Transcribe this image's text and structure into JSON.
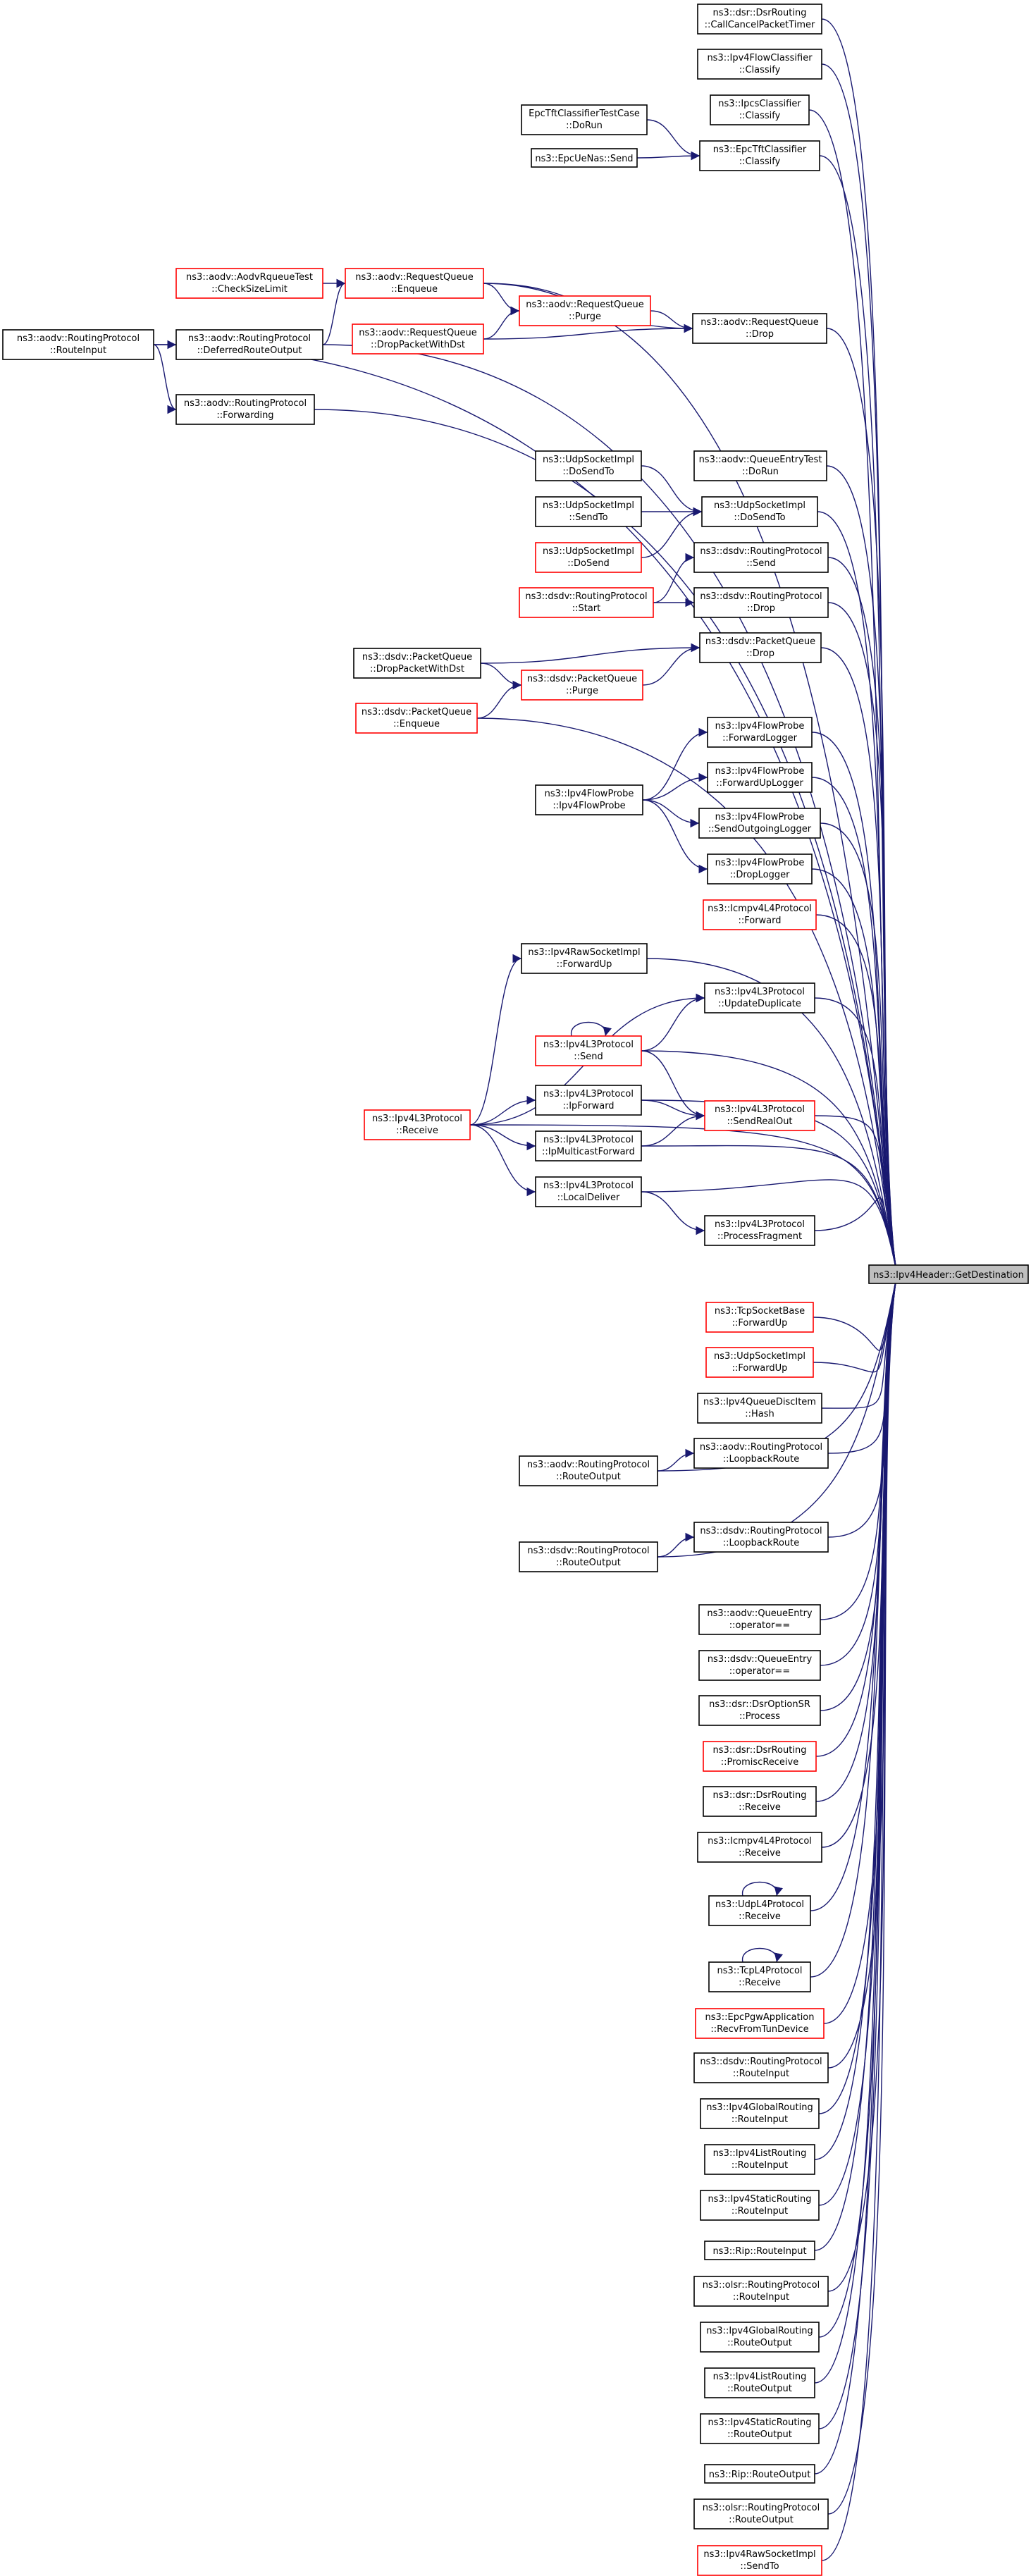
{
  "colors": {
    "edge": "#191970",
    "box_border": "#000000",
    "box_border_red": "#ff0000",
    "box_fill": "#ffffff",
    "focus_fill": "#bfbfbf"
  },
  "nodes": [
    {
      "id": "n_dsrcancel",
      "lines": [
        "ns3::dsr::DsrRouting",
        "::CallCancelPacketTimer"
      ],
      "style": "normal"
    },
    {
      "id": "n_fcclassify",
      "lines": [
        "ns3::Ipv4FlowClassifier",
        "::Classify"
      ],
      "style": "normal"
    },
    {
      "id": "n_tpcs",
      "lines": [
        "ns3::IpcsClassifier",
        "::Classify"
      ],
      "style": "normal"
    },
    {
      "id": "n_tfttc",
      "lines": [
        "EpcTftClassifierTestCase",
        "::DoRun"
      ],
      "style": "normal"
    },
    {
      "id": "n_eptft",
      "lines": [
        "ns3::EpcTftClassifier",
        "::Classify"
      ],
      "style": "normal"
    },
    {
      "id": "n_uenas",
      "lines": [
        "ns3::EpcUeNas::Send"
      ],
      "style": "normal"
    },
    {
      "id": "n_aodvtest",
      "lines": [
        "ns3::aodv::AodvRqueueTest",
        "::CheckSizeLimit"
      ],
      "style": "red"
    },
    {
      "id": "n_rqenq",
      "lines": [
        "ns3::aodv::RequestQueue",
        "::Enqueue"
      ],
      "style": "red"
    },
    {
      "id": "n_rqpurge",
      "lines": [
        "ns3::aodv::RequestQueue",
        "::Purge"
      ],
      "style": "red"
    },
    {
      "id": "n_rqdrop",
      "lines": [
        "ns3::aodv::RequestQueue",
        "::Drop"
      ],
      "style": "normal"
    },
    {
      "id": "n_rqdpwd",
      "lines": [
        "ns3::aodv::RequestQueue",
        "::DropPacketWithDst"
      ],
      "style": "red"
    },
    {
      "id": "n_aodvri",
      "lines": [
        "ns3::aodv::RoutingProtocol",
        "::RouteInput"
      ],
      "style": "normal"
    },
    {
      "id": "n_aodvdro",
      "lines": [
        "ns3::aodv::RoutingProtocol",
        "::DeferredRouteOutput"
      ],
      "style": "normal"
    },
    {
      "id": "n_aodvfwd",
      "lines": [
        "ns3::aodv::RoutingProtocol",
        "::Forwarding"
      ],
      "style": "normal"
    },
    {
      "id": "n_udpdst1",
      "lines": [
        "ns3::UdpSocketImpl",
        "::DoSendTo"
      ],
      "style": "normal"
    },
    {
      "id": "n_qetest",
      "lines": [
        "ns3::aodv::QueueEntryTest",
        "::DoRun"
      ],
      "style": "normal"
    },
    {
      "id": "n_udpst",
      "lines": [
        "ns3::UdpSocketImpl",
        "::SendTo"
      ],
      "style": "normal"
    },
    {
      "id": "n_udpdst2",
      "lines": [
        "ns3::UdpSocketImpl",
        "::DoSendTo"
      ],
      "style": "normal"
    },
    {
      "id": "n_udpds",
      "lines": [
        "ns3::UdpSocketImpl",
        "::DoSend"
      ],
      "style": "red"
    },
    {
      "id": "n_dsdvsend",
      "lines": [
        "ns3::dsdv::RoutingProtocol",
        "::Send"
      ],
      "style": "normal"
    },
    {
      "id": "n_dsdvstart",
      "lines": [
        "ns3::dsdv::RoutingProtocol",
        "::Start"
      ],
      "style": "red"
    },
    {
      "id": "n_dsdvdrop",
      "lines": [
        "ns3::dsdv::RoutingProtocol",
        "::Drop"
      ],
      "style": "normal"
    },
    {
      "id": "n_pqdpwd",
      "lines": [
        "ns3::dsdv::PacketQueue",
        "::DropPacketWithDst"
      ],
      "style": "normal"
    },
    {
      "id": "n_pqdrop",
      "lines": [
        "ns3::dsdv::PacketQueue",
        "::Drop"
      ],
      "style": "normal"
    },
    {
      "id": "n_pqpurge",
      "lines": [
        "ns3::dsdv::PacketQueue",
        "::Purge"
      ],
      "style": "red"
    },
    {
      "id": "n_pqenq",
      "lines": [
        "ns3::dsdv::PacketQueue",
        "::Enqueue"
      ],
      "style": "red"
    },
    {
      "id": "n_fpfwdlog",
      "lines": [
        "ns3::Ipv4FlowProbe",
        "::ForwardLogger"
      ],
      "style": "normal"
    },
    {
      "id": "n_fpfwduplog",
      "lines": [
        "ns3::Ipv4FlowProbe",
        "::ForwardUpLogger"
      ],
      "style": "normal"
    },
    {
      "id": "n_fpctor",
      "lines": [
        "ns3::Ipv4FlowProbe",
        "::Ipv4FlowProbe"
      ],
      "style": "normal"
    },
    {
      "id": "n_fpsendlog",
      "lines": [
        "ns3::Ipv4FlowProbe",
        "::SendOutgoingLogger"
      ],
      "style": "normal"
    },
    {
      "id": "n_fpdroplog",
      "lines": [
        "ns3::Ipv4FlowProbe",
        "::DropLogger"
      ],
      "style": "normal"
    },
    {
      "id": "n_icmpfwd",
      "lines": [
        "ns3::Icmpv4L4Protocol",
        "::Forward"
      ],
      "style": "red"
    },
    {
      "id": "n_rawfwdup",
      "lines": [
        "ns3::Ipv4RawSocketImpl",
        "::ForwardUp"
      ],
      "style": "normal"
    },
    {
      "id": "n_l3updup",
      "lines": [
        "ns3::Ipv4L3Protocol",
        "::UpdateDuplicate"
      ],
      "style": "normal"
    },
    {
      "id": "n_l3send",
      "lines": [
        "ns3::Ipv4L3Protocol",
        "::Send"
      ],
      "style": "red"
    },
    {
      "id": "n_l3recv",
      "lines": [
        "ns3::Ipv4L3Protocol",
        "::Receive"
      ],
      "style": "red"
    },
    {
      "id": "n_l3ipfwd",
      "lines": [
        "ns3::Ipv4L3Protocol",
        "::IpForward"
      ],
      "style": "normal"
    },
    {
      "id": "n_l3sro",
      "lines": [
        "ns3::Ipv4L3Protocol",
        "::SendRealOut"
      ],
      "style": "red"
    },
    {
      "id": "n_l3mcast",
      "lines": [
        "ns3::Ipv4L3Protocol",
        "::IpMulticastForward"
      ],
      "style": "normal"
    },
    {
      "id": "n_l3local",
      "lines": [
        "ns3::Ipv4L3Protocol",
        "::LocalDeliver"
      ],
      "style": "normal"
    },
    {
      "id": "n_l3frag",
      "lines": [
        "ns3::Ipv4L3Protocol",
        "::ProcessFragment"
      ],
      "style": "normal"
    },
    {
      "id": "n_focus",
      "lines": [
        "ns3::Ipv4Header::GetDestination"
      ],
      "style": "focus"
    },
    {
      "id": "n_tcpsb",
      "lines": [
        "ns3::TcpSocketBase",
        "::ForwardUp"
      ],
      "style": "red"
    },
    {
      "id": "n_udpfwdup",
      "lines": [
        "ns3::UdpSocketImpl",
        "::ForwardUp"
      ],
      "style": "red"
    },
    {
      "id": "n_qdhash",
      "lines": [
        "ns3::Ipv4QueueDiscItem",
        "::Hash"
      ],
      "style": "normal"
    },
    {
      "id": "n_aodvro",
      "lines": [
        "ns3::aodv::RoutingProtocol",
        "::RouteOutput"
      ],
      "style": "normal"
    },
    {
      "id": "n_aodvlb",
      "lines": [
        "ns3::aodv::RoutingProtocol",
        "::LoopbackRoute"
      ],
      "style": "normal"
    },
    {
      "id": "n_dsdvlb",
      "lines": [
        "ns3::dsdv::RoutingProtocol",
        "::LoopbackRoute"
      ],
      "style": "normal"
    },
    {
      "id": "n_dsdvro",
      "lines": [
        "ns3::dsdv::RoutingProtocol",
        "::RouteOutput"
      ],
      "style": "normal"
    },
    {
      "id": "n_aodvqe",
      "lines": [
        "ns3::aodv::QueueEntry",
        "::operator=="
      ],
      "style": "normal"
    },
    {
      "id": "n_dsdvqe",
      "lines": [
        "ns3::dsdv::QueueEntry",
        "::operator=="
      ],
      "style": "normal"
    },
    {
      "id": "n_dsrsr",
      "lines": [
        "ns3::dsr::DsrOptionSR",
        "::Process"
      ],
      "style": "normal"
    },
    {
      "id": "n_dsrprom",
      "lines": [
        "ns3::dsr::DsrRouting",
        "::PromiscReceive"
      ],
      "style": "red"
    },
    {
      "id": "n_dsrrecv",
      "lines": [
        "ns3::dsr::DsrRouting",
        "::Receive"
      ],
      "style": "normal"
    },
    {
      "id": "n_icmprecv",
      "lines": [
        "ns3::Icmpv4L4Protocol",
        "::Receive"
      ],
      "style": "normal"
    },
    {
      "id": "n_udpl4",
      "lines": [
        "ns3::UdpL4Protocol",
        "::Receive"
      ],
      "style": "normal"
    },
    {
      "id": "n_tcpl4",
      "lines": [
        "ns3::TcpL4Protocol",
        "::Receive"
      ],
      "style": "normal"
    },
    {
      "id": "n_pgw",
      "lines": [
        "ns3::EpcPgwApplication",
        "::RecvFromTunDevice"
      ],
      "style": "red"
    },
    {
      "id": "n_dsdvri",
      "lines": [
        "ns3::dsdv::RoutingProtocol",
        "::RouteInput"
      ],
      "style": "normal"
    },
    {
      "id": "n_globalri",
      "lines": [
        "ns3::Ipv4GlobalRouting",
        "::RouteInput"
      ],
      "style": "normal"
    },
    {
      "id": "n_listri",
      "lines": [
        "ns3::Ipv4ListRouting",
        "::RouteInput"
      ],
      "style": "normal"
    },
    {
      "id": "n_staticri",
      "lines": [
        "ns3::Ipv4StaticRouting",
        "::RouteInput"
      ],
      "style": "normal"
    },
    {
      "id": "n_ripri",
      "lines": [
        "ns3::Rip::RouteInput"
      ],
      "style": "normal"
    },
    {
      "id": "n_olsrri",
      "lines": [
        "ns3::olsr::RoutingProtocol",
        "::RouteInput"
      ],
      "style": "normal"
    },
    {
      "id": "n_globalro",
      "lines": [
        "ns3::Ipv4GlobalRouting",
        "::RouteOutput"
      ],
      "style": "normal"
    },
    {
      "id": "n_listro",
      "lines": [
        "ns3::Ipv4ListRouting",
        "::RouteOutput"
      ],
      "style": "normal"
    },
    {
      "id": "n_staticro",
      "lines": [
        "ns3::Ipv4StaticRouting",
        "::RouteOutput"
      ],
      "style": "normal"
    },
    {
      "id": "n_ripro",
      "lines": [
        "ns3::Rip::RouteOutput"
      ],
      "style": "normal"
    },
    {
      "id": "n_olsrro",
      "lines": [
        "ns3::olsr::RoutingProtocol",
        "::RouteOutput"
      ],
      "style": "normal"
    },
    {
      "id": "n_rawsendto",
      "lines": [
        "ns3::Ipv4RawSocketImpl",
        "::SendTo"
      ],
      "style": "red"
    }
  ],
  "edges": [
    [
      "n_dsrcancel",
      "n_focus"
    ],
    [
      "n_fcclassify",
      "n_focus"
    ],
    [
      "n_tpcs",
      "n_focus"
    ],
    [
      "n_eptft",
      "n_focus"
    ],
    [
      "n_tfttc",
      "n_eptft"
    ],
    [
      "n_uenas",
      "n_eptft"
    ],
    [
      "n_aodvtest",
      "n_rqenq"
    ],
    [
      "n_aodvdro",
      "n_rqenq"
    ],
    [
      "n_rqenq",
      "n_rqpurge"
    ],
    [
      "n_rqenq",
      "n_rqdrop"
    ],
    [
      "n_rqenq",
      "n_focus"
    ],
    [
      "n_rqdpwd",
      "n_rqpurge"
    ],
    [
      "n_rqdpwd",
      "n_rqdrop"
    ],
    [
      "n_rqpurge",
      "n_rqdrop"
    ],
    [
      "n_rqdrop",
      "n_focus"
    ],
    [
      "n_aodvri",
      "n_aodvdro"
    ],
    [
      "n_aodvri",
      "n_aodvfwd"
    ],
    [
      "n_aodvri",
      "n_focus"
    ],
    [
      "n_aodvdro",
      "n_focus"
    ],
    [
      "n_aodvfwd",
      "n_focus"
    ],
    [
      "n_qetest",
      "n_focus"
    ],
    [
      "n_udpdst1",
      "n_udpdst2"
    ],
    [
      "n_udpst",
      "n_udpdst2"
    ],
    [
      "n_udpds",
      "n_udpdst2"
    ],
    [
      "n_udpdst2",
      "n_focus"
    ],
    [
      "n_dsdvstart",
      "n_dsdvsend"
    ],
    [
      "n_dsdvstart",
      "n_dsdvdrop"
    ],
    [
      "n_dsdvsend",
      "n_focus"
    ],
    [
      "n_dsdvdrop",
      "n_focus"
    ],
    [
      "n_pqdpwd",
      "n_pqdrop"
    ],
    [
      "n_pqdpwd",
      "n_pqpurge"
    ],
    [
      "n_pqpurge",
      "n_pqdrop"
    ],
    [
      "n_pqenq",
      "n_pqpurge"
    ],
    [
      "n_pqenq",
      "n_focus"
    ],
    [
      "n_pqdrop",
      "n_focus"
    ],
    [
      "n_fpctor",
      "n_fpfwdlog"
    ],
    [
      "n_fpctor",
      "n_fpfwduplog"
    ],
    [
      "n_fpctor",
      "n_fpsendlog"
    ],
    [
      "n_fpctor",
      "n_fpdroplog"
    ],
    [
      "n_fpfwdlog",
      "n_focus"
    ],
    [
      "n_fpfwduplog",
      "n_focus"
    ],
    [
      "n_fpsendlog",
      "n_focus"
    ],
    [
      "n_fpdroplog",
      "n_focus"
    ],
    [
      "n_icmpfwd",
      "n_focus"
    ],
    [
      "n_l3recv",
      "n_rawfwdup"
    ],
    [
      "n_l3recv",
      "n_l3updup"
    ],
    [
      "n_l3recv",
      "n_l3ipfwd"
    ],
    [
      "n_l3recv",
      "n_l3mcast"
    ],
    [
      "n_l3recv",
      "n_l3local"
    ],
    [
      "n_l3recv",
      "n_focus"
    ],
    [
      "n_l3send",
      "n_l3updup"
    ],
    [
      "n_l3send",
      "n_l3sro"
    ],
    [
      "n_l3send",
      "n_l3send"
    ],
    [
      "n_l3send",
      "n_focus"
    ],
    [
      "n_l3ipfwd",
      "n_l3sro"
    ],
    [
      "n_l3ipfwd",
      "n_focus"
    ],
    [
      "n_l3mcast",
      "n_l3sro"
    ],
    [
      "n_l3mcast",
      "n_focus"
    ],
    [
      "n_l3local",
      "n_l3frag"
    ],
    [
      "n_l3local",
      "n_focus"
    ],
    [
      "n_rawfwdup",
      "n_focus"
    ],
    [
      "n_l3updup",
      "n_focus"
    ],
    [
      "n_l3sro",
      "n_focus"
    ],
    [
      "n_l3frag",
      "n_focus"
    ],
    [
      "n_tcpsb",
      "n_focus"
    ],
    [
      "n_udpfwdup",
      "n_focus"
    ],
    [
      "n_qdhash",
      "n_focus"
    ],
    [
      "n_aodvro",
      "n_aodvlb"
    ],
    [
      "n_aodvro",
      "n_focus"
    ],
    [
      "n_aodvlb",
      "n_focus"
    ],
    [
      "n_dsdvro",
      "n_dsdvlb"
    ],
    [
      "n_dsdvro",
      "n_focus"
    ],
    [
      "n_dsdvlb",
      "n_focus"
    ],
    [
      "n_aodvqe",
      "n_focus"
    ],
    [
      "n_dsdvqe",
      "n_focus"
    ],
    [
      "n_dsrsr",
      "n_focus"
    ],
    [
      "n_dsrprom",
      "n_focus"
    ],
    [
      "n_dsrrecv",
      "n_focus"
    ],
    [
      "n_icmprecv",
      "n_focus"
    ],
    [
      "n_udpl4",
      "n_udpl4"
    ],
    [
      "n_udpl4",
      "n_focus"
    ],
    [
      "n_tcpl4",
      "n_tcpl4"
    ],
    [
      "n_tcpl4",
      "n_focus"
    ],
    [
      "n_pgw",
      "n_focus"
    ],
    [
      "n_dsdvri",
      "n_focus"
    ],
    [
      "n_globalri",
      "n_focus"
    ],
    [
      "n_listri",
      "n_focus"
    ],
    [
      "n_staticri",
      "n_focus"
    ],
    [
      "n_ripri",
      "n_focus"
    ],
    [
      "n_olsrri",
      "n_focus"
    ],
    [
      "n_globalro",
      "n_focus"
    ],
    [
      "n_listro",
      "n_focus"
    ],
    [
      "n_staticro",
      "n_focus"
    ],
    [
      "n_ripro",
      "n_focus"
    ],
    [
      "n_olsrro",
      "n_focus"
    ],
    [
      "n_rawsendto",
      "n_focus"
    ]
  ]
}
